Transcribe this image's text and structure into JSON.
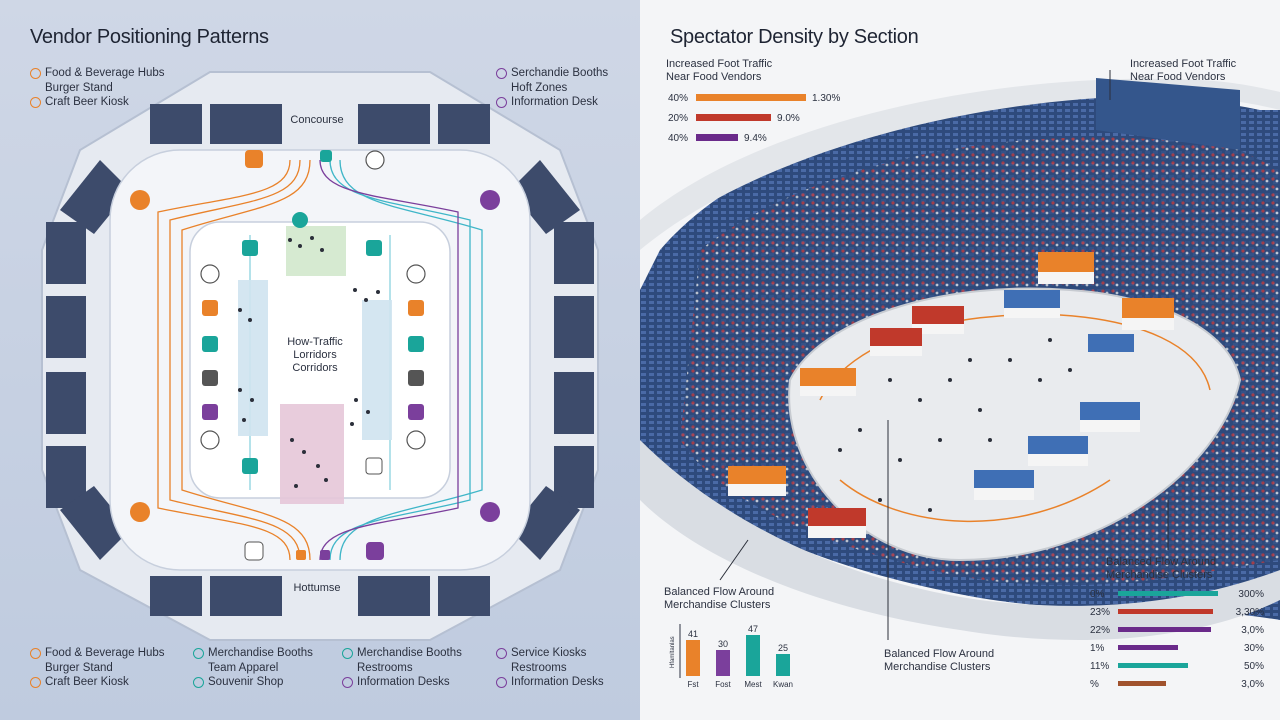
{
  "left": {
    "title": "Vendor Positioning Patterns",
    "legend_top_left": {
      "heading": "Food & Beverage Hubs",
      "items": [
        "Burger Stand",
        "Craft Beer Kiosk"
      ]
    },
    "legend_top_right": {
      "heading": "Serchandie Booths",
      "items": [
        "Hoft Zones",
        "Information Desk"
      ]
    },
    "concourse_top": "Concourse",
    "concourse_bottom": "Hottumse",
    "center_label": [
      "How-Traffic",
      "Lorridors",
      "Corridors"
    ],
    "bottom_legend": [
      {
        "heading": "Food & Beverage Hubs",
        "items": [
          "Burger Stand",
          "Craft Beer Kiosk"
        ],
        "color": "#e9822a"
      },
      {
        "heading": "Merchandise Booths",
        "items": [
          "Team Apparel",
          "Souvenir Shop"
        ],
        "color": "#1aa59a"
      },
      {
        "heading": "Merchandise Booths",
        "items": [
          "Restrooms",
          "Information Desks"
        ],
        "color": "#1aa59a"
      },
      {
        "heading": "Service Kiosks",
        "items": [
          "Restrooms",
          "Information Desks"
        ],
        "color": "#7b3f9c"
      }
    ]
  },
  "right": {
    "title": "Spectator Density by Section",
    "callout_top_left": [
      "Increased Foot Traffic",
      "Near Food Vendors"
    ],
    "callout_top_right": [
      "Increased Foot Traffic",
      "Near Food Vendors"
    ],
    "bars_top": [
      {
        "label": "40%",
        "value_label": "1.30%",
        "color": "#e9822a",
        "fraction": 1.0
      },
      {
        "label": "20%",
        "value_label": "9.0%",
        "color": "#c0392b",
        "fraction": 0.68
      },
      {
        "label": "40%",
        "value_label": "9.4%",
        "color": "#6a2a8a",
        "fraction": 0.38
      }
    ],
    "callout_bottom_left": [
      "Balanced Flow Around",
      "Merchandise Clusters"
    ],
    "callout_bottom_mid": [
      "Balanced Flow Around",
      "Merchandise Clusters"
    ],
    "callout_bottom_right": [
      "Balanced Flow Around",
      "Merchandise Clusters"
    ],
    "mini_chart": {
      "axis_label": "Hfamltanlas",
      "categories": [
        "Fst",
        "Fost",
        "Mest",
        "Kwan"
      ],
      "values": [
        41,
        30,
        47,
        25
      ],
      "colors": [
        "#e9822a",
        "#7b3f9c",
        "#1aa59a",
        "#1aa59a"
      ]
    },
    "bars_bottom": [
      {
        "label": "0%",
        "value_label": "300%",
        "color": "#1aa59a",
        "fraction": 1.0
      },
      {
        "label": "23%",
        "value_label": "3,30%",
        "color": "#c0392b",
        "fraction": 0.95
      },
      {
        "label": "22%",
        "value_label": "3,0%",
        "color": "#6a2a8a",
        "fraction": 0.93
      },
      {
        "label": "1%",
        "value_label": "30%",
        "color": "#6a2a8a",
        "fraction": 0.6
      },
      {
        "label": "11%",
        "value_label": "50%",
        "color": "#1aa59a",
        "fraction": 0.7
      },
      {
        "label": "%",
        "value_label": "3,0%",
        "color": "#a0522d",
        "fraction": 0.48
      }
    ]
  }
}
